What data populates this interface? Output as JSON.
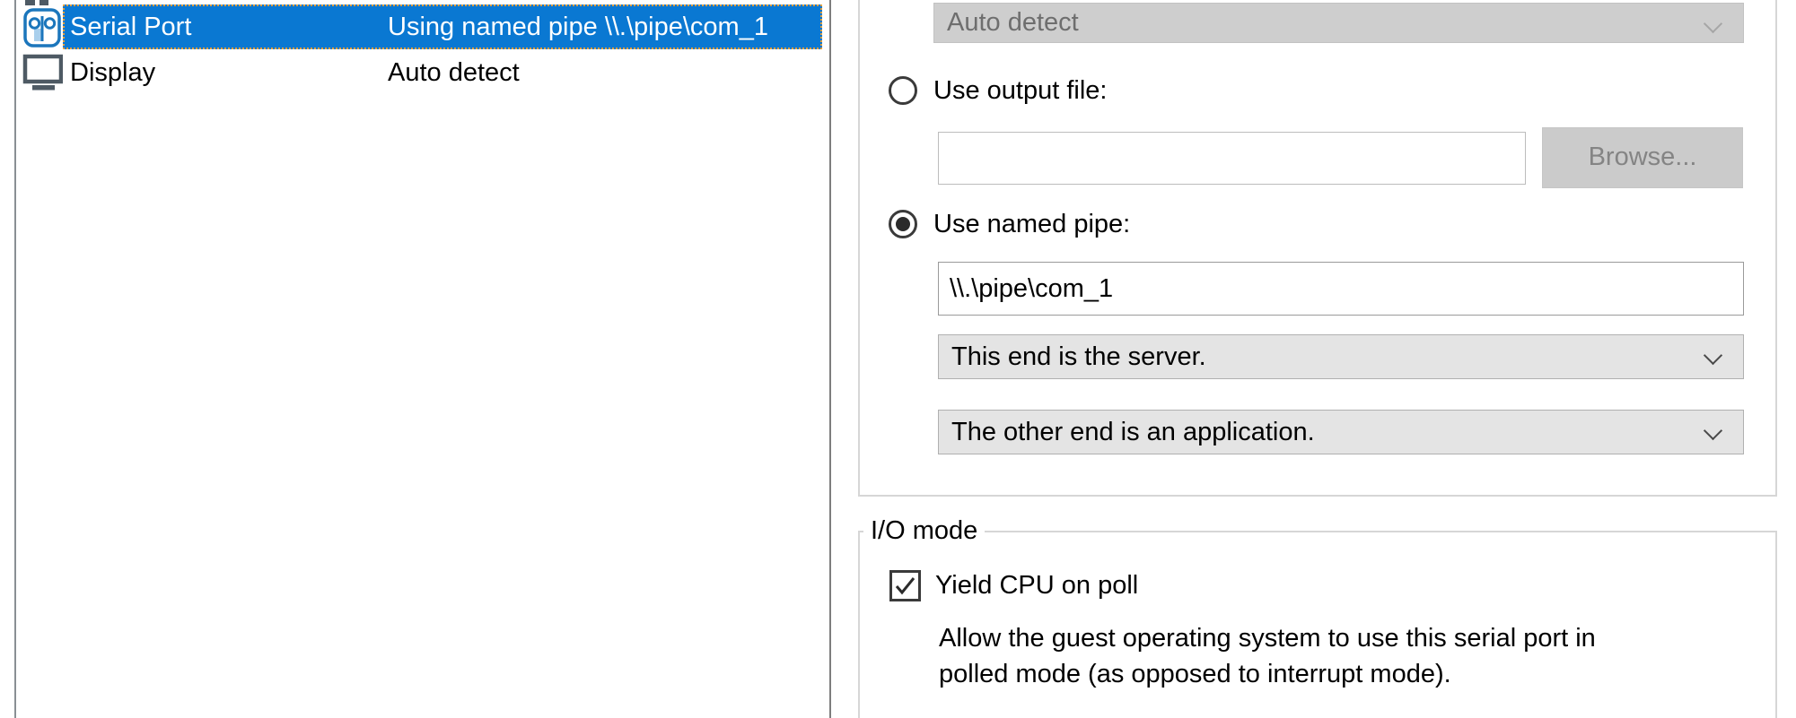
{
  "colors": {
    "selection_blue": "#0a78d2",
    "focus_orange": "#e8a13c",
    "icon_blue": "#1b76bc",
    "icon_light_blue": "#a9cfec",
    "icon_slate": "#4e5a64"
  },
  "device_list": {
    "items": [
      {
        "name": "Serial Port",
        "summary": "Using named pipe \\\\.\\pipe\\com_1",
        "icon": "serial-port-icon",
        "selected": true
      },
      {
        "name": "Display",
        "summary": "Auto detect",
        "icon": "display-icon",
        "selected": false
      }
    ]
  },
  "connection_panel": {
    "device_dropdown": {
      "value": "Auto detect",
      "disabled": true
    },
    "output_file": {
      "radio_label": "Use output file:",
      "selected": false,
      "input_value": "",
      "browse_label": "Browse...",
      "disabled": true
    },
    "named_pipe": {
      "radio_label": "Use named pipe:",
      "selected": true,
      "pipe_path": "\\\\.\\pipe\\com_1",
      "end_dropdown_1": "This end is the server.",
      "end_dropdown_2": "The other end is an application."
    }
  },
  "io_mode": {
    "title": "I/O mode",
    "checkbox_label": "Yield CPU on poll",
    "checked": true,
    "description_line1": "Allow the guest operating system to use this serial port in",
    "description_line2": "polled mode (as opposed to interrupt mode)."
  }
}
